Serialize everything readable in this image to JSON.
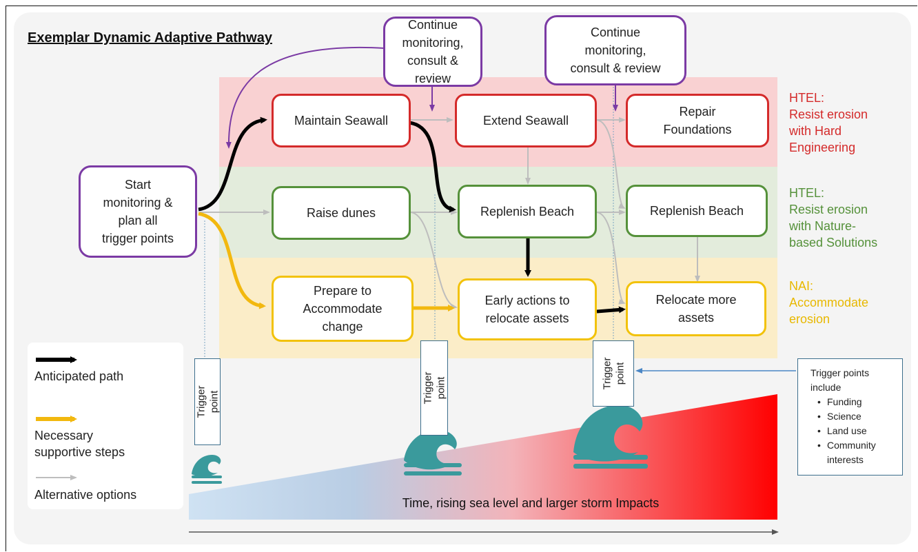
{
  "title": "Exemplar Dynamic Adaptive Pathway",
  "nodes": {
    "start": "Start\nmonitoring &\nplan all\ntrigger points",
    "review_1": "Continue\nmonitoring,\nconsult & review",
    "review_2": "Continue\nmonitoring,\nconsult & review",
    "maintain_seawall": "Maintain Seawall",
    "extend_seawall": "Extend Seawall",
    "repair_foundations": "Repair\nFoundations",
    "raise_dunes": "Raise dunes",
    "replenish_beach_1": "Replenish Beach",
    "replenish_beach_2": "Replenish Beach",
    "prepare_accommodate": "Prepare to\nAccommodate\nchange",
    "early_actions": "Early actions to\nrelocate assets",
    "relocate_more": "Relocate more\nassets"
  },
  "bands": {
    "hard": {
      "label": "HTEL:\nResist erosion\nwith Hard\nEngineering",
      "color": "#d42a2a"
    },
    "nature": {
      "label": "HTEL:\nResist erosion\nwith Nature-\nbased Solutions",
      "color": "#55913a"
    },
    "accommodate": {
      "label": "NAI:\nAccommodate\nerosion",
      "color": "#f2c20a"
    }
  },
  "legend": {
    "anticipated": "Anticipated path",
    "supportive": "Necessary\nsupportive steps",
    "alternative": "Alternative options"
  },
  "trigger_label": "Trigger point",
  "trigger_label_split": "Trigger\npoint",
  "trigger_note": {
    "heading": "Trigger points\ninclude",
    "items": [
      "Funding",
      "Science",
      "Land use",
      "Community\ninterests"
    ]
  },
  "time_label": "Time, rising sea level and larger storm Impacts",
  "colors": {
    "anticipated": "#000000",
    "supportive": "#f2b80f",
    "alternative": "#bdbdbd",
    "review": "#7b3aa4",
    "wave": "#3a9a9c"
  }
}
